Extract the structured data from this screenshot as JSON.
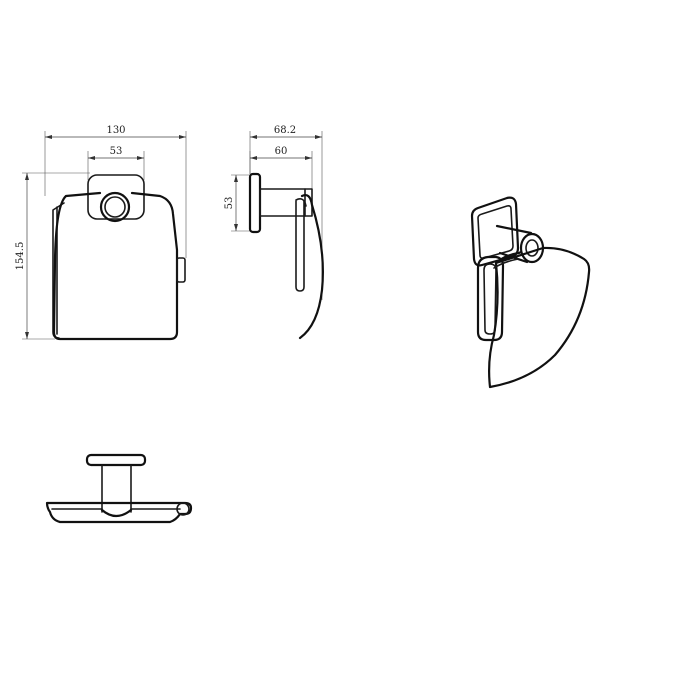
{
  "dimensions": {
    "front_width": "130",
    "front_inner_width": "53",
    "front_height": "154.5",
    "side_depth_total": "68.2",
    "side_depth_inner": "60",
    "side_plate_height": "53"
  }
}
